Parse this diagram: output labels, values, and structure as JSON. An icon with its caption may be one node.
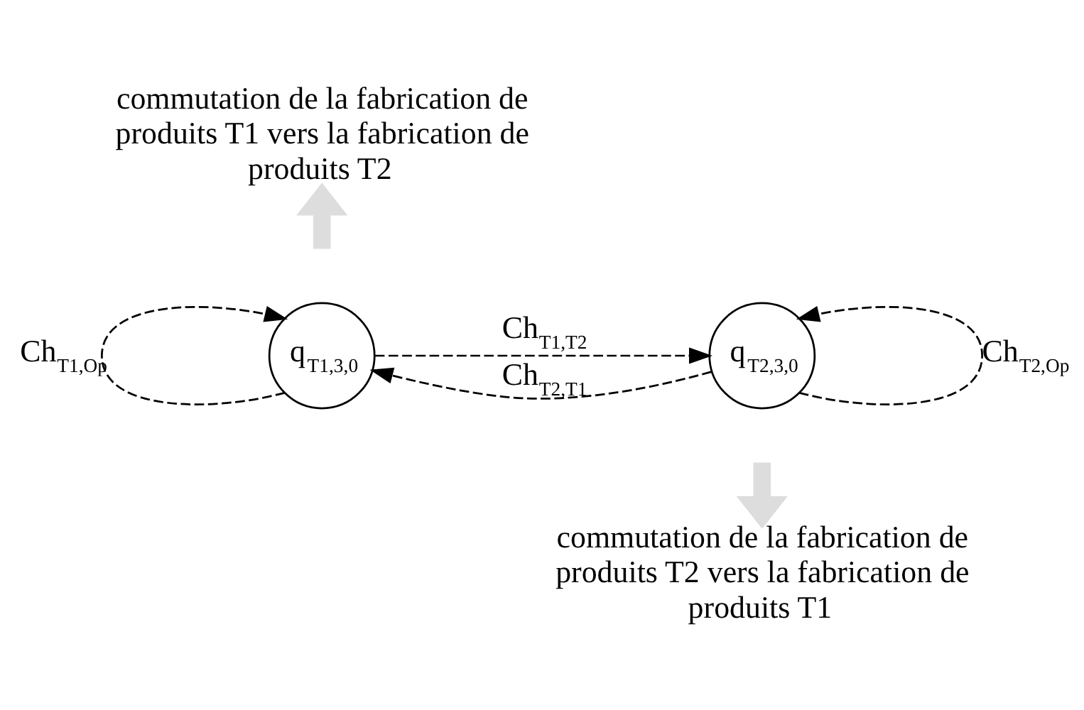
{
  "diagram": {
    "nodes": [
      {
        "text": [
          "q$_{T1,3,0}$"
        ]
      },
      {
        "text": [
          "q$_{T2,3,0}$"
        ]
      },
      {
        "text": [
          "commutation de la fabrication de produits T1 vers la fabrication de produits T2"
        ]
      },
      {
        "text": [
          "commutation de la fabrication de produits T2 vers la fabrication de produits T1"
        ]
      }
    ],
    "edges": [
      {
        "from": 0,
        "to": 0,
        "arrow": "to",
        "style": "dashed",
        "label": "Ch$_{T1,Op}$"
      },
      {
        "from": 0,
        "to": 1,
        "arrow": "to",
        "style": "dashed",
        "label": "Ch$_{T1,T2}$"
      },
      {
        "from": 1,
        "to": 0,
        "arrow": "to",
        "style": "dashed",
        "label": "Ch$_{T2,T1}$"
      },
      {
        "from": 1,
        "to": 1,
        "arrow": "to",
        "style": "dashed",
        "label": "Ch$_{T2,Op}$"
      },
      {
        "from": null,
        "to": 2,
        "arrow": "to",
        "style": "thick",
        "color": "#dddddd"
      },
      {
        "from": null,
        "to": 3,
        "arrow": "to",
        "style": "thick",
        "color": "#dddddd"
      }
    ]
  }
}
